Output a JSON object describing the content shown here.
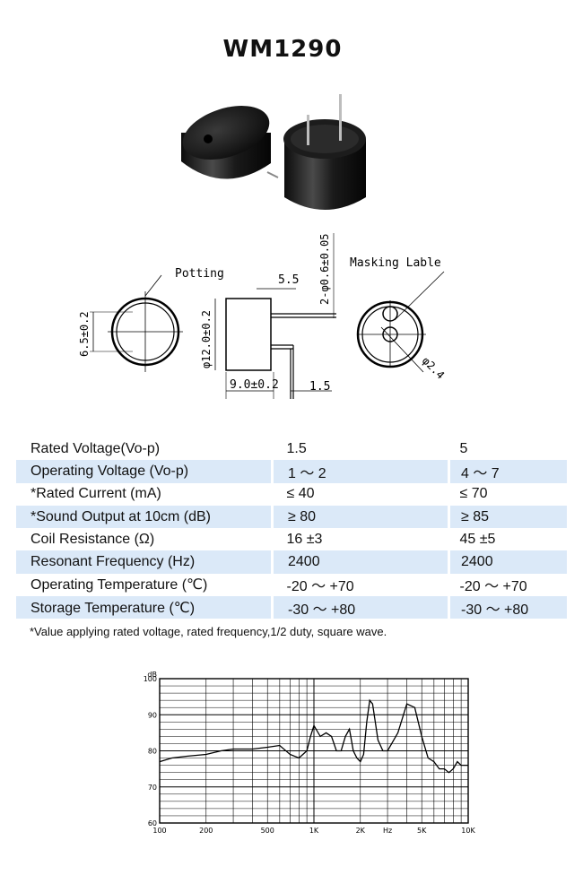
{
  "product": {
    "title": "WM1290"
  },
  "drawing": {
    "potting_label": "Potting",
    "masking_label": "Masking Lable",
    "dim_width": "5.5",
    "dim_pin": "2-φ0.6±0.05",
    "dim_left_height": "6.5±0.2",
    "dim_diameter": "φ12.0±0.2",
    "dim_height": "9.0±0.2",
    "dim_pin_offset": "1.5",
    "dim_right_dia": "φ2.4"
  },
  "spec_table": {
    "rows": [
      {
        "label": "Rated Voltage(Vo-p)",
        "v1": "1.5",
        "v2": "5"
      },
      {
        "label": "Operating Voltage (Vo-p)",
        "v1": "1 ～ 2",
        "v2": "4 ～ 7"
      },
      {
        "label": "*Rated Current (mA)",
        "v1": "≤ 40",
        "v2": "≤ 70"
      },
      {
        "label": "*Sound Output at 10cm (dB)",
        "v1": "≥ 80",
        "v2": "≥ 85"
      },
      {
        "label": "Coil Resistance (Ω)",
        "v1": "16 ±3",
        "v2": "45 ±5"
      },
      {
        "label": "Resonant Frequency (Hz)",
        "v1": "2400",
        "v2": "2400"
      },
      {
        "label": "Operating Temperature (℃)",
        "v1": "-20 ～ +70",
        "v2": "-20 ～ +70"
      },
      {
        "label": "Storage Temperature (℃)",
        "v1": "-30 ～ +80",
        "v2": "-30 ～ +80"
      }
    ],
    "footnote": "*Value applying rated voltage, rated frequency,1/2 duty, square wave."
  },
  "chart_data": {
    "type": "line",
    "ylabel": "dB",
    "ylim": [
      60,
      100
    ],
    "y_ticks": [
      "100",
      "90",
      "80",
      "70",
      "60"
    ],
    "xscale": "log",
    "xlim": [
      100,
      10000
    ],
    "x_ticks": [
      "100",
      "200",
      "500",
      "1K",
      "2K",
      "Hz",
      "5K",
      "10K"
    ],
    "grid": true,
    "series": [
      {
        "x": [
          100,
          120,
          150,
          200,
          250,
          300,
          400,
          500,
          600,
          700,
          800,
          900,
          950,
          1000,
          1100,
          1200,
          1300,
          1400,
          1500,
          1600,
          1700,
          1800,
          1900,
          2000,
          2100,
          2200,
          2300,
          2400,
          2500,
          2600,
          2800,
          3000,
          3500,
          4000,
          4500,
          5000,
          5500,
          6000,
          6500,
          7000,
          7500,
          8000,
          8500,
          9000,
          9500,
          10000
        ],
        "y": [
          77,
          78,
          78.5,
          79,
          80,
          80.5,
          80.5,
          81,
          81.5,
          79,
          78,
          80,
          84,
          87,
          84,
          85,
          84,
          80,
          80,
          84,
          86,
          80,
          78,
          77,
          79,
          88,
          94,
          93,
          88,
          83,
          80,
          80,
          85,
          93,
          92,
          84,
          78,
          77,
          75,
          75,
          74,
          75,
          77,
          76,
          76,
          76
        ]
      }
    ]
  }
}
